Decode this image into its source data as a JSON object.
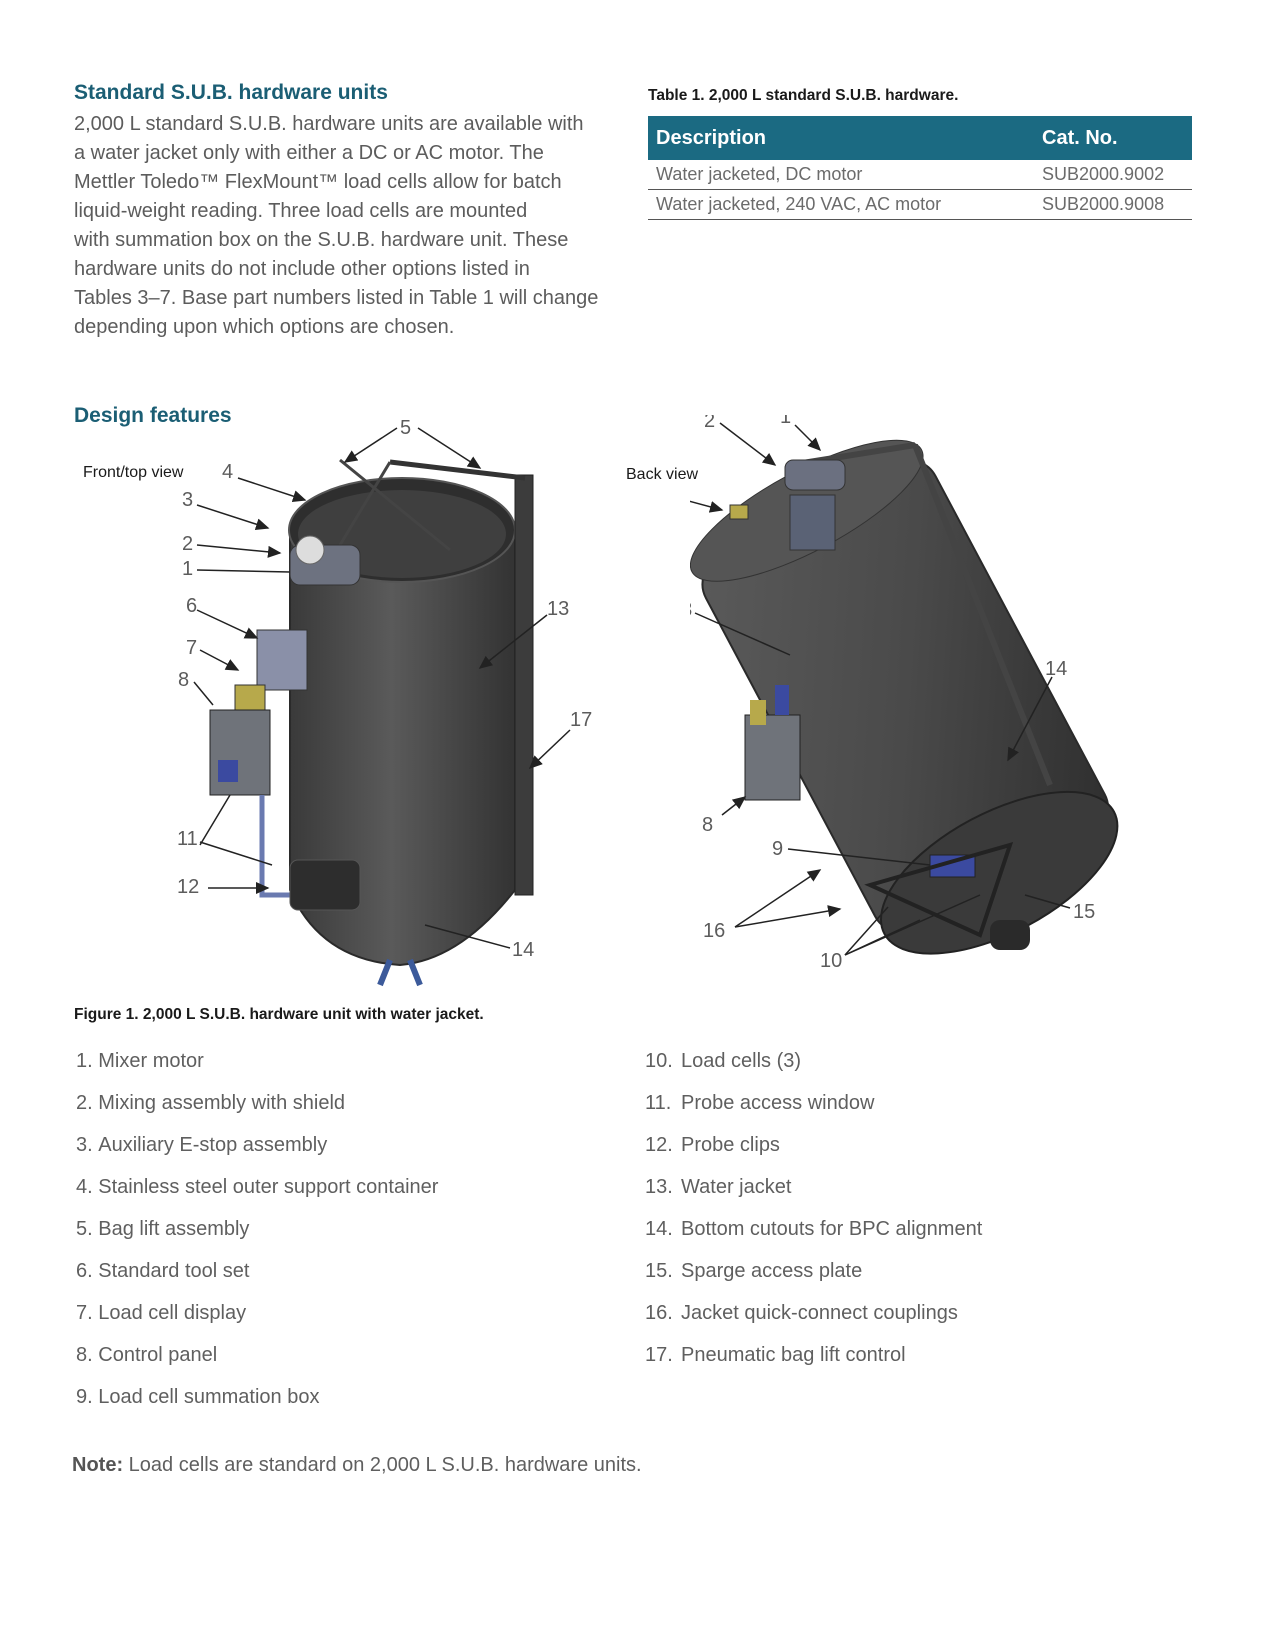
{
  "intro": {
    "heading": "Standard S.U.B. hardware units",
    "lines": [
      "2,000 L standard S.U.B. hardware units are available with",
      "a water jacket only with either a DC or AC motor. The",
      "Mettler Toledo™ FlexMount™ load cells allow for batch",
      "liquid-weight reading. Three load cells are mounted",
      "with summation box on the S.U.B. hardware unit. These",
      "hardware units do not include other options listed in",
      "Tables 3–7. Base part numbers listed in Table 1 will change",
      "depending upon which options are chosen."
    ]
  },
  "table": {
    "caption": "Table 1. 2,000 L standard S.U.B. hardware.",
    "headers": [
      "Description",
      "Cat. No."
    ],
    "rows": [
      [
        "Water jacketed, DC motor",
        "SUB2000.9002"
      ],
      [
        "Water jacketed, 240 VAC, AC motor",
        "SUB2000.9008"
      ]
    ]
  },
  "design": {
    "heading": "Design features",
    "front_label": "Front/top view",
    "back_label": "Back view",
    "front_callouts": [
      "5",
      "4",
      "3",
      "2",
      "1",
      "6",
      "7",
      "8",
      "11",
      "12",
      "13",
      "17",
      "14"
    ],
    "back_callouts": [
      "2",
      "1",
      "3",
      "13",
      "14",
      "8",
      "9",
      "16",
      "10",
      "15"
    ],
    "figure_caption": "Figure 1. 2,000 L S.U.B. hardware unit with water jacket."
  },
  "legend_left": [
    {
      "num": "1.",
      "text": "Mixer motor"
    },
    {
      "num": "2.",
      "text": "Mixing assembly with shield"
    },
    {
      "num": "3.",
      "text": "Auxiliary E-stop assembly"
    },
    {
      "num": "4.",
      "text": "Stainless steel outer support container"
    },
    {
      "num": "5.",
      "text": "Bag lift assembly"
    },
    {
      "num": "6.",
      "text": "Standard tool set"
    },
    {
      "num": "7.",
      "text": "Load cell display"
    },
    {
      "num": "8.",
      "text": "Control panel"
    },
    {
      "num": "9.",
      "text": "Load cell summation box"
    }
  ],
  "legend_right": [
    {
      "num": "10.",
      "text": "Load cells (3)"
    },
    {
      "num": "11.",
      "text": "Probe access window"
    },
    {
      "num": "12.",
      "text": "Probe clips"
    },
    {
      "num": "13.",
      "text": "Water jacket"
    },
    {
      "num": "14.",
      "text": "Bottom cutouts for BPC alignment"
    },
    {
      "num": "15.",
      "text": "Sparge access plate"
    },
    {
      "num": "16.",
      "text": "Jacket quick-connect couplings"
    },
    {
      "num": "17.",
      "text": "Pneumatic bag lift control"
    }
  ],
  "note": {
    "label": "Note:",
    "text": " Load cells are standard on 2,000 L S.U.B. hardware units."
  },
  "colors": {
    "teal": "#1b5e74",
    "table_header": "#1b6a82",
    "tank": "#4a4a4a"
  }
}
